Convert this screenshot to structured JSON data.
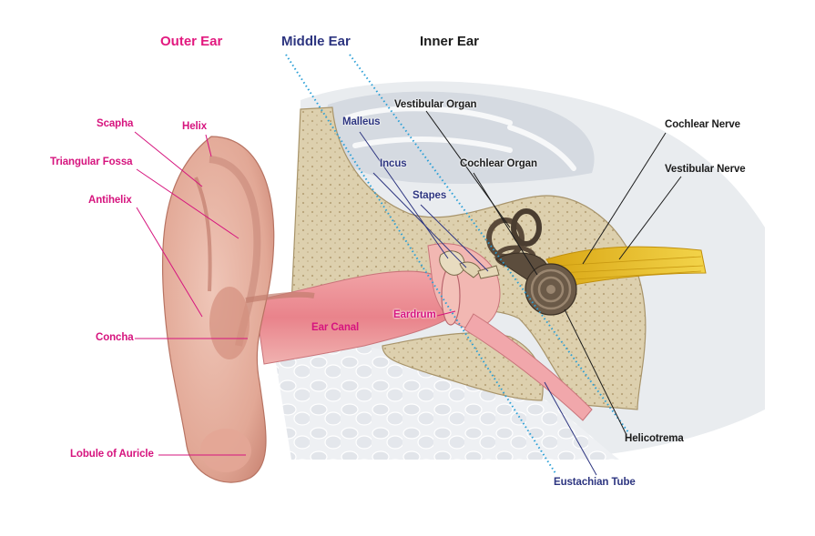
{
  "sections": {
    "outer": "Outer Ear",
    "middle": "Middle Ear",
    "inner": "Inner Ear"
  },
  "labels": {
    "scapha": "Scapha",
    "helix": "Helix",
    "triangular_fossa": "Triangular Fossa",
    "antihelix": "Antihelix",
    "concha": "Concha",
    "lobule": "Lobule of Auricle",
    "ear_canal": "Ear Canal",
    "eardrum": "Eardrum",
    "malleus": "Malleus",
    "incus": "Incus",
    "stapes": "Stapes",
    "vestibular_organ": "Vestibular Organ",
    "cochlear_organ": "Cochlear Organ",
    "cochlear_nerve": "Cochlear Nerve",
    "vestibular_nerve": "Vestibular Nerve",
    "helicotrema": "Helicotrema",
    "eustachian_tube": "Eustachian Tube"
  },
  "colors": {
    "outer_label": "#d6147e",
    "middle_label": "#2d3580",
    "inner_label": "#1c1c1c",
    "divider_dots": "#2a9fd6",
    "skin": "#e8b3a2",
    "bone": "#d9cba8",
    "nerve": "#e8c21e"
  }
}
